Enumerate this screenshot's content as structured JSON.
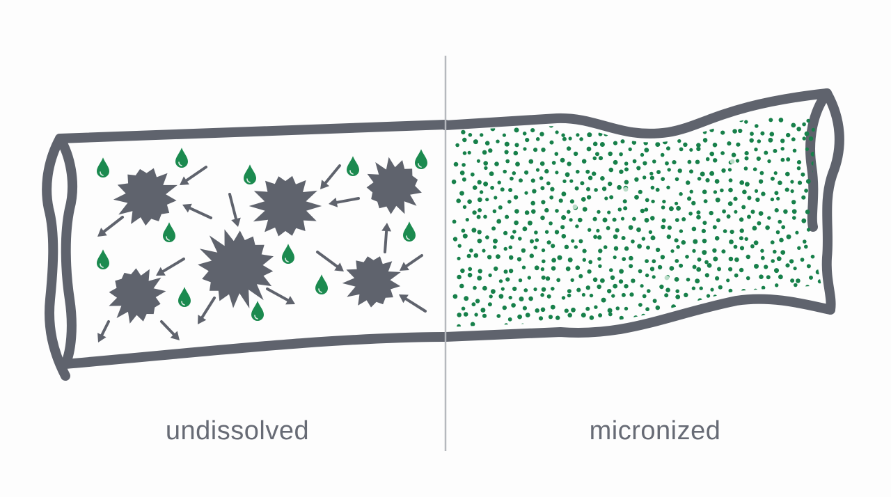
{
  "labels": {
    "left": "undissolved",
    "right": "micronized"
  },
  "colors": {
    "tube": "#5f636d",
    "particle": "#5f636d",
    "arrow": "#5f636d",
    "drop": "#1b8a4f",
    "dot": "#17804a",
    "dot_faint": "#b9dcc8",
    "divider": "#b5b8bd",
    "text": "#676b75"
  },
  "icons": {
    "particle": "spiky-particle-icon",
    "arrow": "inward-arrow-icon",
    "drop": "water-drop-icon",
    "dot": "micronized-dot"
  }
}
